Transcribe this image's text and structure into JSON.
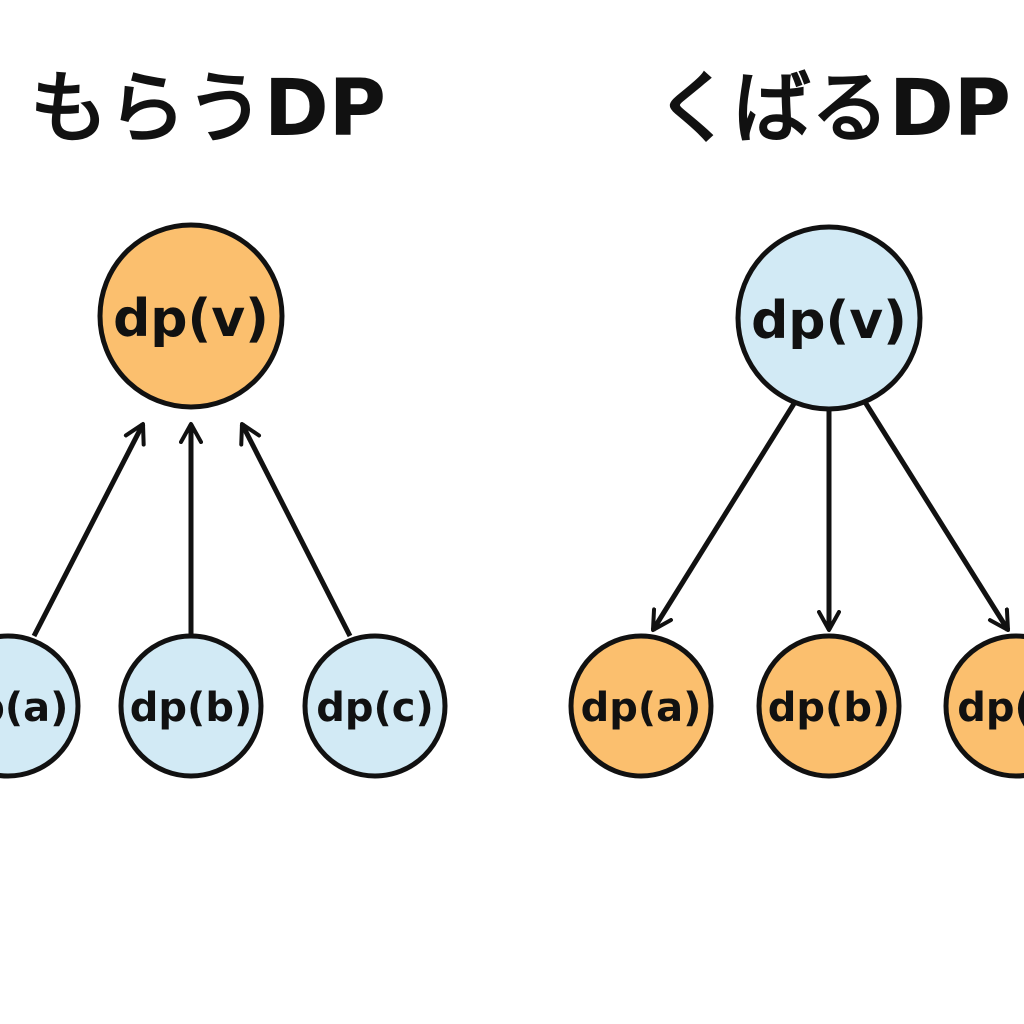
{
  "diagram": {
    "left": {
      "title": "もらうDP",
      "root": {
        "label": "dp(v)",
        "fill": "#FBBF6E"
      },
      "children": [
        {
          "label": "dp(a)",
          "fill": "#D2EAF5"
        },
        {
          "label": "dp(b)",
          "fill": "#D2EAF5"
        },
        {
          "label": "dp(c)",
          "fill": "#D2EAF5"
        }
      ],
      "edge_direction": "child-to-root"
    },
    "right": {
      "title": "くばるDP",
      "root": {
        "label": "dp(v)",
        "fill": "#D2EAF5"
      },
      "children": [
        {
          "label": "dp(a)",
          "fill": "#FBBF6E"
        },
        {
          "label": "dp(b)",
          "fill": "#FBBF6E"
        },
        {
          "label": "dp(c)",
          "fill": "#FBBF6E"
        }
      ],
      "edge_direction": "root-to-child"
    },
    "colors": {
      "orange": "#FBBF6E",
      "light_blue": "#D2EAF5",
      "stroke": "#111111"
    }
  }
}
